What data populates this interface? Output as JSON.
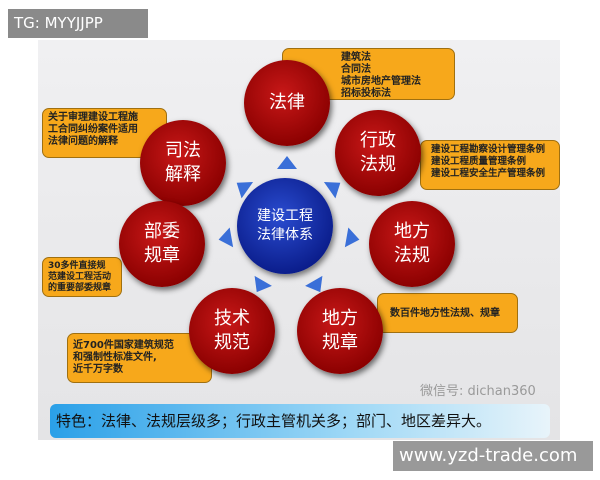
{
  "tag": "TG: MYYJJPP",
  "watermark": "www.yzd-trade.com",
  "wechat": "微信号: dichan360",
  "center": "建设工程\n法律体系",
  "nodes": [
    {
      "label": "法律",
      "note": "建筑法\n合同法\n城市房地产管理法\n招标投标法"
    },
    {
      "label": "行政\n法规",
      "note": "建设工程勘察设计管理条例\n建设工程质量管理条例\n建设工程安全生产管理条例"
    },
    {
      "label": "司法\n解释",
      "note": "关于审理建设工程施\n工合同纠纷案件适用\n法律问题的解释"
    },
    {
      "label": "部委\n规章",
      "note": "30多件直接规\n范建设工程活动\n的重要部委规章"
    },
    {
      "label": "地方\n法规",
      "note": "数百件地方性法规、规章"
    },
    {
      "label": "技术\n规范",
      "note": "近700件国家建筑规范\n和强制性标准文件,\n近千万字数"
    },
    {
      "label": "地方\n规章",
      "note": ""
    }
  ],
  "footer": "特色：法律、法规层级多；行政主管机关多；部门、地区差异大。",
  "colors": {
    "node": "#a00000",
    "center": "#0a1c8a",
    "note": "#f7a81b"
  }
}
